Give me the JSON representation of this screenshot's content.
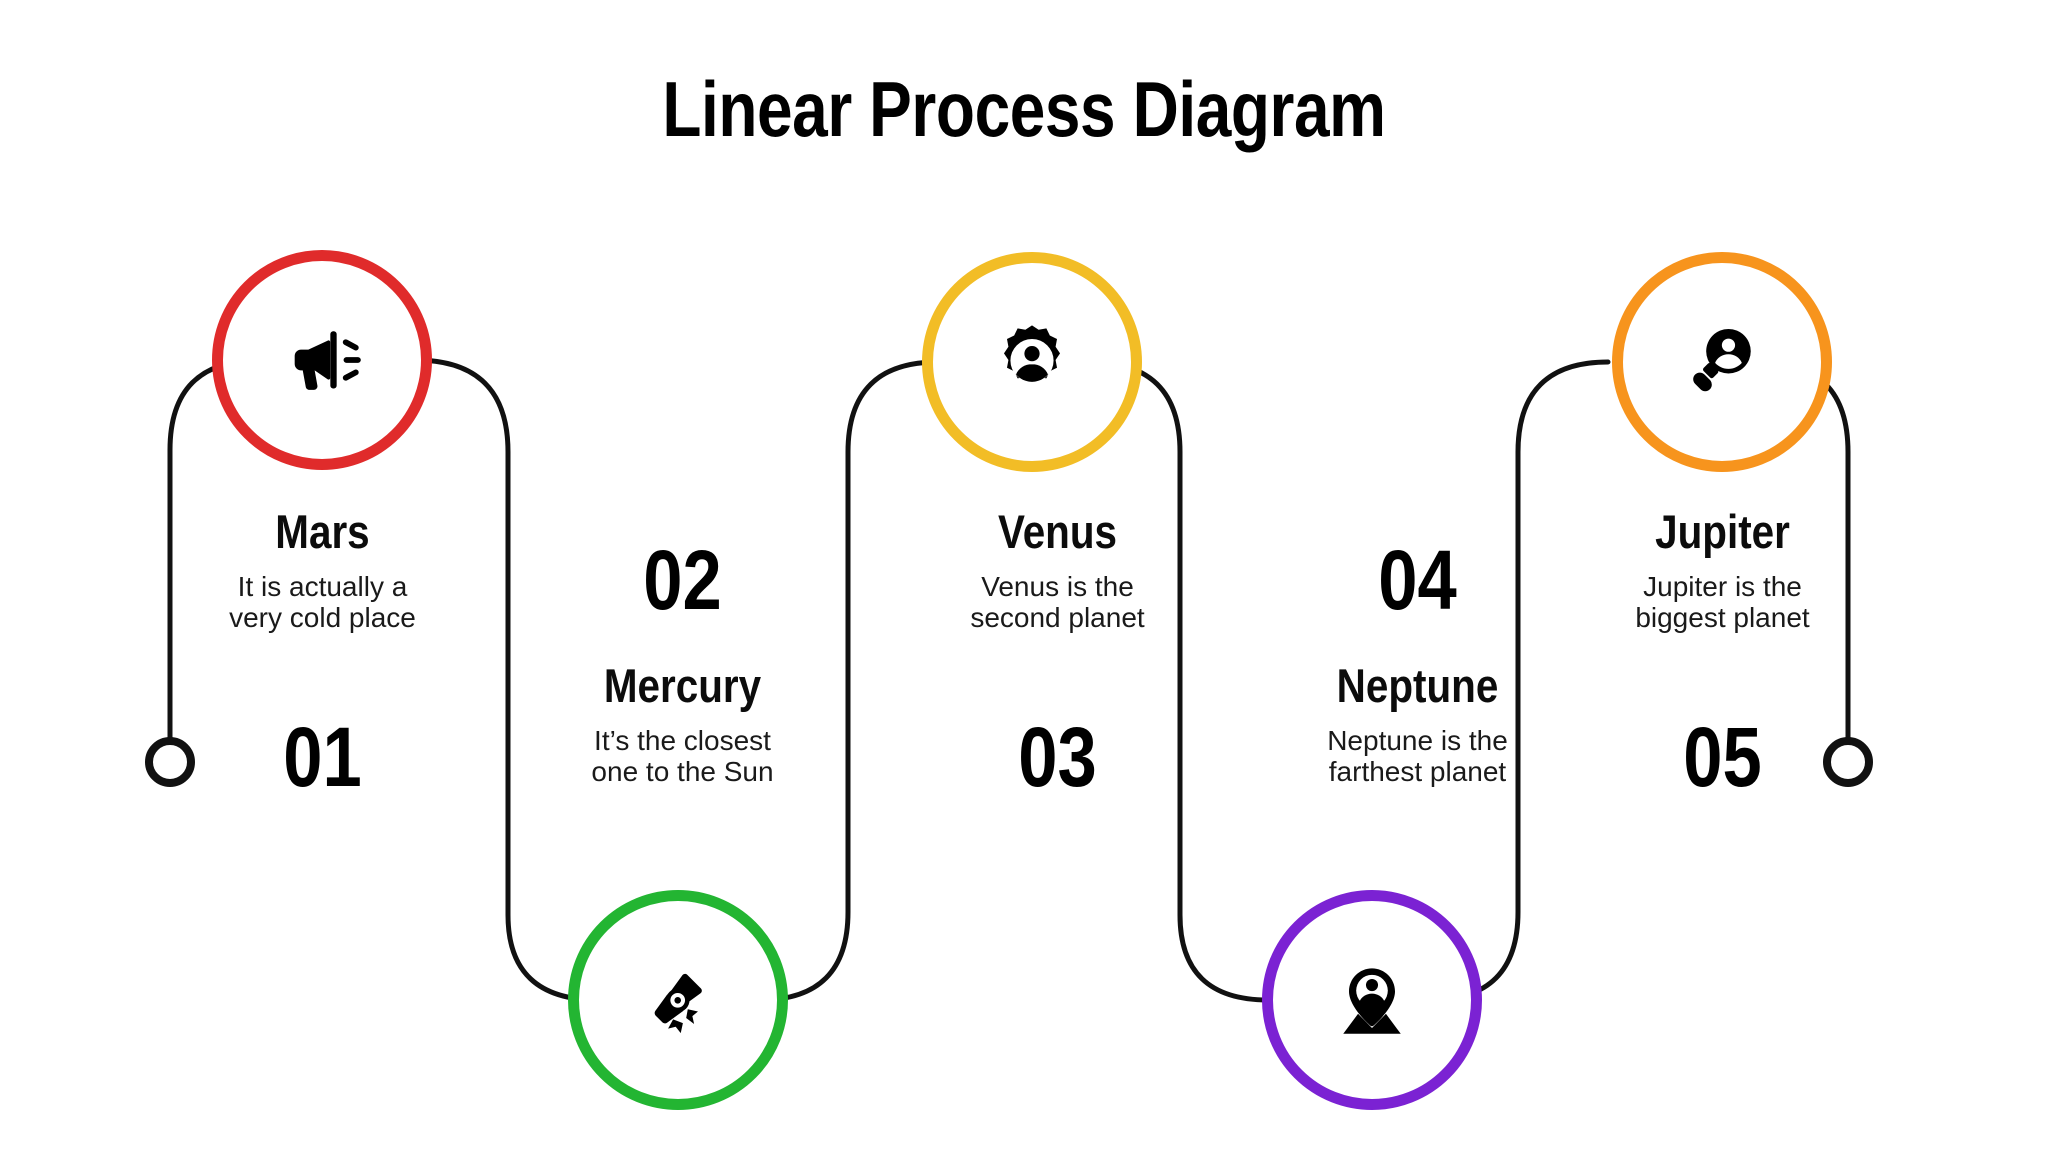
{
  "page": {
    "title": "Linear Process Diagram",
    "background_color": "#ffffff",
    "text_color": "#000000",
    "connector_color": "#111111"
  },
  "diagram": {
    "type": "linear-process",
    "step_count": 5,
    "steps": [
      {
        "number": "01",
        "title": "Mars",
        "description_line1": "It is actually a",
        "description_line2": "very cold place",
        "icon": "megaphone-icon",
        "color": "#E02B2B",
        "position": "top"
      },
      {
        "number": "02",
        "title": "Mercury",
        "description_line1": "It’s the closest",
        "description_line2": "one to the Sun",
        "icon": "diploma-icon",
        "color": "#23B532",
        "position": "bottom"
      },
      {
        "number": "03",
        "title": "Venus",
        "description_line1": "Venus is the",
        "description_line2": "second planet",
        "icon": "gear-user-icon",
        "color": "#F2BD26",
        "position": "top"
      },
      {
        "number": "04",
        "title": "Neptune",
        "description_line1": "Neptune is the",
        "description_line2": "farthest planet",
        "icon": "location-user-icon",
        "color": "#7B22D3",
        "position": "bottom"
      },
      {
        "number": "05",
        "title": "Jupiter",
        "description_line1": "Jupiter is the",
        "description_line2": "biggest planet",
        "icon": "search-user-icon",
        "color": "#F7941D",
        "position": "top"
      }
    ],
    "endpoints": [
      {
        "name": "start-endpoint"
      },
      {
        "name": "end-endpoint"
      }
    ]
  }
}
